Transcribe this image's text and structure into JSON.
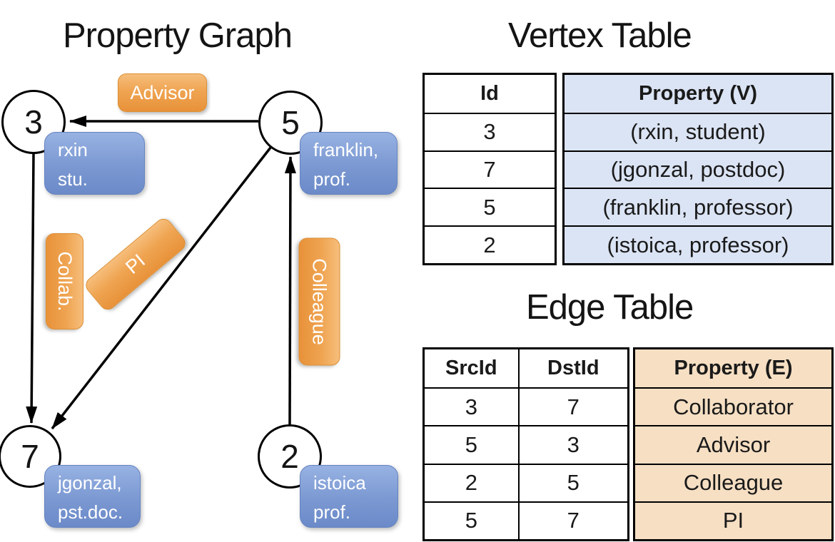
{
  "graph": {
    "title": "Property Graph",
    "nodes": [
      {
        "id": "3",
        "property_lines": [
          "rxin",
          "stu."
        ]
      },
      {
        "id": "5",
        "property_lines": [
          "franklin,",
          "prof."
        ]
      },
      {
        "id": "7",
        "property_lines": [
          "jgonzal,",
          "pst.doc."
        ]
      },
      {
        "id": "2",
        "property_lines": [
          "istoica",
          "prof."
        ]
      }
    ],
    "edge_labels": {
      "advisor": "Advisor",
      "collab": "Collab.",
      "pi": "PI",
      "colleague": "Colleague"
    }
  },
  "vertex_table": {
    "title": "Vertex Table",
    "columns": [
      "Id",
      "Property (V)"
    ],
    "rows": [
      [
        "3",
        "(rxin, student)"
      ],
      [
        "7",
        "(jgonzal, postdoc)"
      ],
      [
        "5",
        "(franklin, professor)"
      ],
      [
        "2",
        "(istoica, professor)"
      ]
    ]
  },
  "edge_table": {
    "title": "Edge Table",
    "columns": [
      "SrcId",
      "DstId",
      "Property (E)"
    ],
    "rows": [
      [
        "3",
        "7",
        "Collaborator"
      ],
      [
        "5",
        "3",
        "Advisor"
      ],
      [
        "2",
        "5",
        "Colleague"
      ],
      [
        "5",
        "7",
        "PI"
      ]
    ]
  },
  "colors": {
    "edge_label_orange": "#efa451",
    "vertex_box_blue": "#7b98d2",
    "vertex_table_fill": "#dbe4f4",
    "edge_table_fill": "#f6dfc3",
    "line_black": "#000000"
  }
}
